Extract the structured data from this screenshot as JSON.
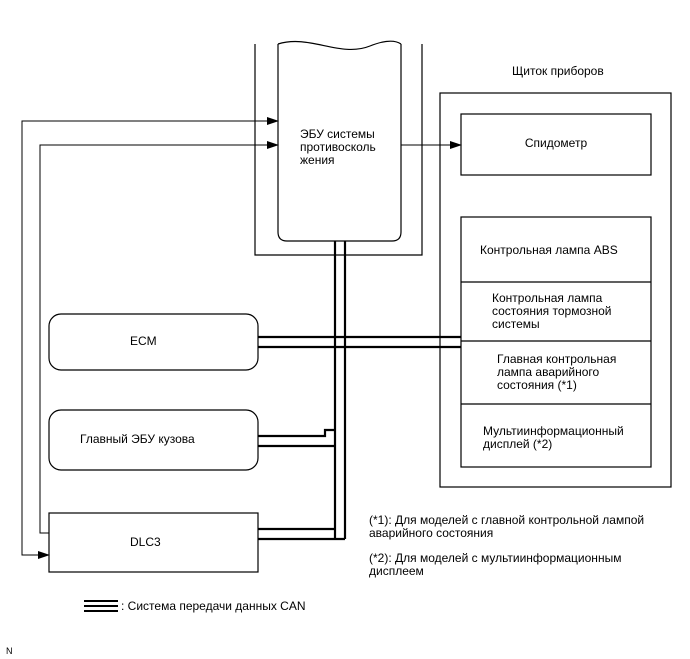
{
  "diagram": {
    "abs_ecu": {
      "label_lines": [
        "ЭБУ системы",
        "противосколь",
        "жения"
      ]
    },
    "combination_meter": {
      "title": "Щиток приборов",
      "speedometer": "Спидометр",
      "items": [
        {
          "lines": [
            "Контрольная лампа ABS"
          ]
        },
        {
          "lines": [
            "Контрольная лампа",
            "состояния тормозной",
            "системы"
          ]
        },
        {
          "lines": [
            "Главная контрольная",
            "лампа аварийного",
            "состояния (*1)"
          ]
        },
        {
          "lines": [
            "Мультиинформационный",
            "дисплей (*2)"
          ]
        }
      ]
    },
    "ecm": "ECM",
    "main_body_ecu": "Главный ЭБУ кузова",
    "dlc3": "DLC3",
    "notes": [
      {
        "lines": [
          "(*1): Для моделей с главной контрольной лампой",
          "аварийного состояния"
        ]
      },
      {
        "lines": [
          "(*2): Для моделей с мультиинформационным",
          "дисплеем"
        ]
      }
    ],
    "legend": ": Система передачи данных CAN",
    "corner_mark": "N"
  }
}
